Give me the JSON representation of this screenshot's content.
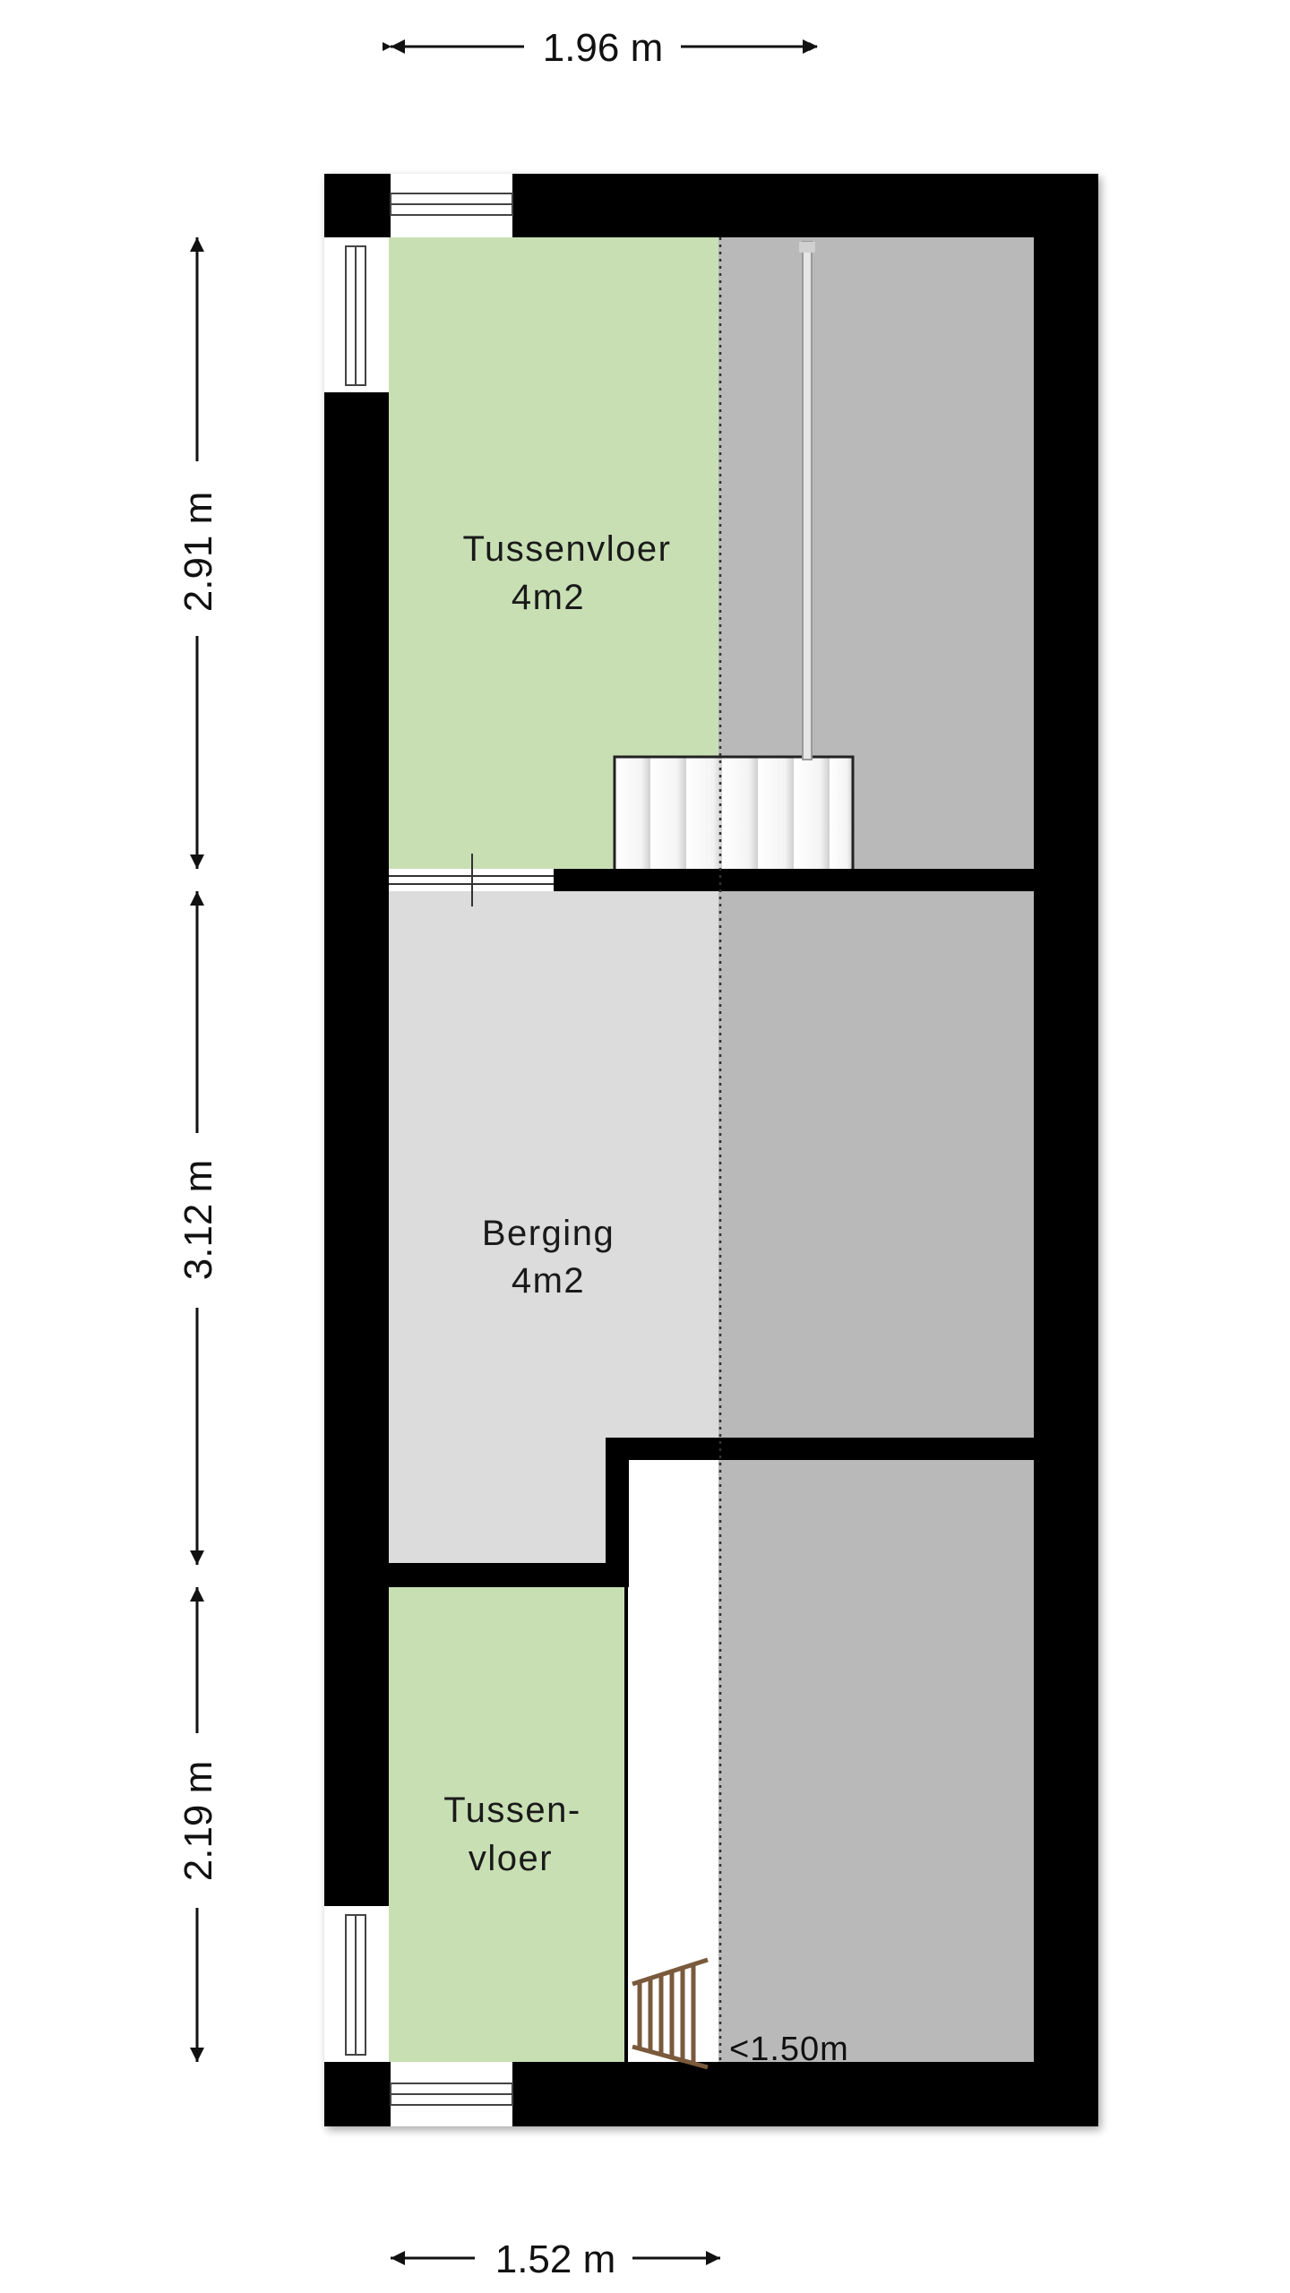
{
  "dimensions": {
    "top": "1.96 m",
    "bottom": "1.52 m",
    "left_upper": "2.91 m",
    "left_middle": "3.12 m",
    "left_lower": "2.19 m"
  },
  "rooms": {
    "tussenvloer_top": {
      "name": "Tussenvloer",
      "area": "4m2"
    },
    "berging": {
      "name": "Berging",
      "area": "4m2"
    },
    "tussenvloer_bottom": {
      "line1": "Tussen-",
      "line2": "vloer"
    }
  },
  "annotations": {
    "height_note": "<1.50m"
  },
  "colors": {
    "wall": "#000000",
    "green_room": "#c8dfb4",
    "light_grey_room": "#dcdcdc",
    "dark_grey_room": "#b9b9b9",
    "stair_hole": "#ffffff"
  }
}
